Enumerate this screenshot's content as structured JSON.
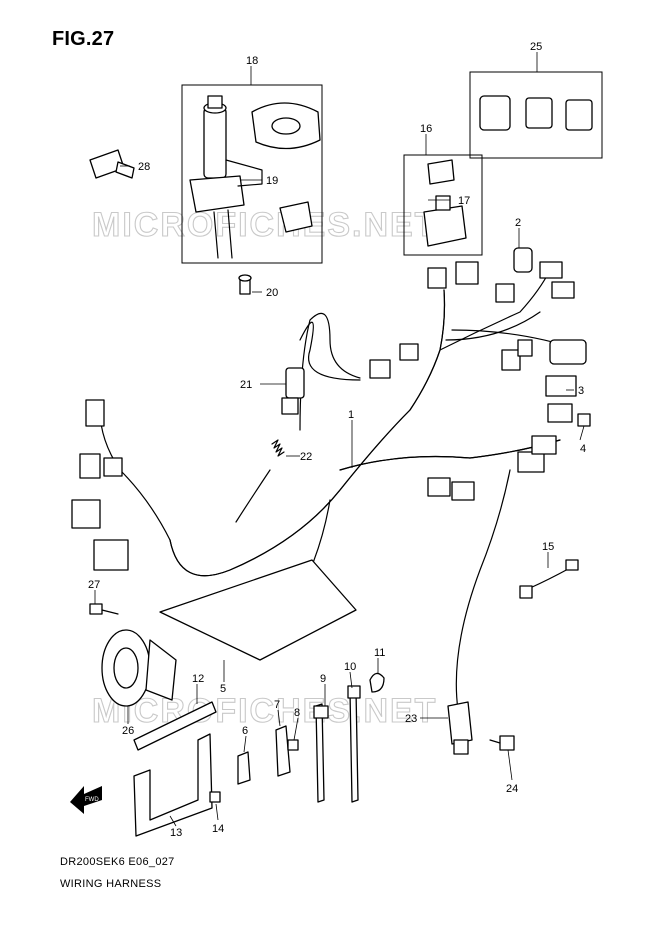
{
  "figure": {
    "title": "FIG.27",
    "code": "DR200SEK6 E06_027",
    "caption": "WIRING HARNESS",
    "watermark": "MICROFICHES.NET"
  },
  "callouts": {
    "n1": "1",
    "n2": "2",
    "n3": "3",
    "n4": "4",
    "n5": "5",
    "n6": "6",
    "n7": "7",
    "n8": "8",
    "n9": "9",
    "n10": "10",
    "n11": "11",
    "n12": "12",
    "n13": "13",
    "n14": "14",
    "n15": "15",
    "n16": "16",
    "n17": "17",
    "n18": "18",
    "n19": "19",
    "n20": "20",
    "n21": "21",
    "n22": "22",
    "n23": "23",
    "n24": "24",
    "n25": "25",
    "n26": "26",
    "n27": "27",
    "n28": "28"
  },
  "fwd_label": "FWD"
}
